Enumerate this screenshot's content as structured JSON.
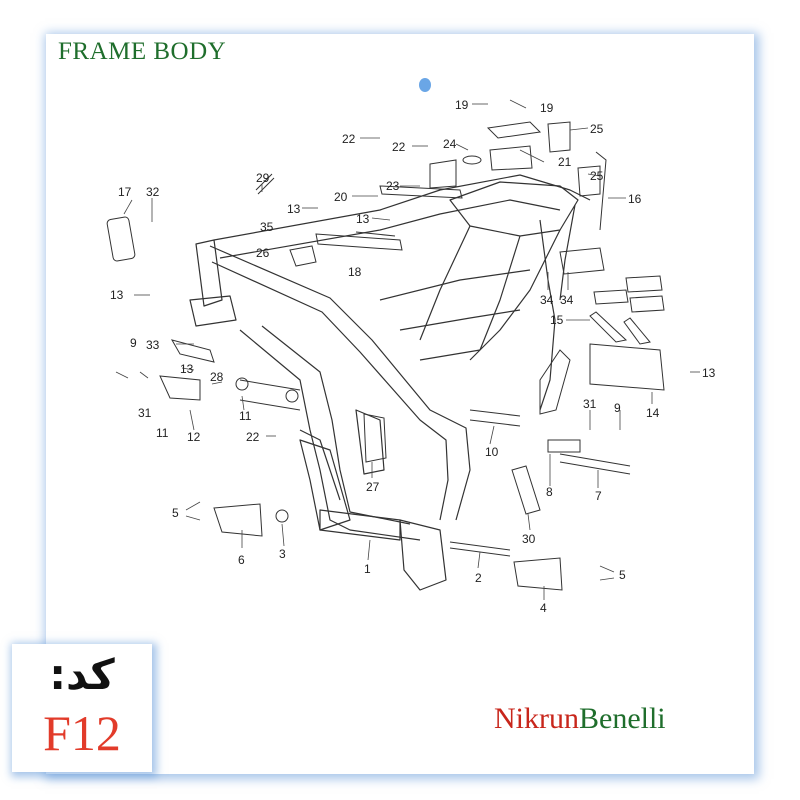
{
  "title": "FRAME BODY",
  "code": {
    "label": "کد:",
    "value": "F12"
  },
  "brand": {
    "part1": "Nikrun",
    "part2": "Benelli"
  },
  "callouts": [
    "1",
    "2",
    "3",
    "4",
    "5",
    "5",
    "6",
    "7",
    "8",
    "9",
    "9",
    "10",
    "11",
    "11",
    "11",
    "12",
    "13",
    "13",
    "13",
    "13",
    "13",
    "14",
    "15",
    "16",
    "17",
    "18",
    "19",
    "19",
    "20",
    "21",
    "22",
    "22",
    "22",
    "23",
    "24",
    "25",
    "25",
    "26",
    "27",
    "28",
    "29",
    "30",
    "31",
    "31",
    "32",
    "33",
    "34",
    "34",
    "35"
  ]
}
